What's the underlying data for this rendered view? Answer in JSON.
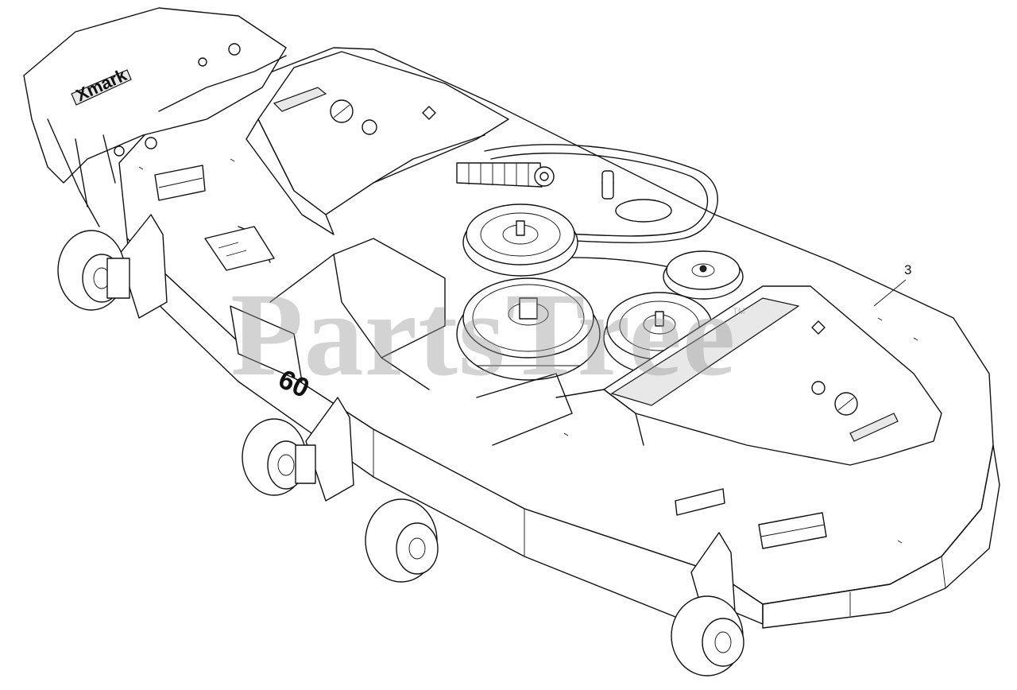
{
  "diagram": {
    "callouts": [
      {
        "label": "3"
      }
    ],
    "watermark": {
      "text": "PartsTree",
      "trademark": "TM"
    },
    "logo_text": "Xmark",
    "deck_size_text": "60"
  }
}
